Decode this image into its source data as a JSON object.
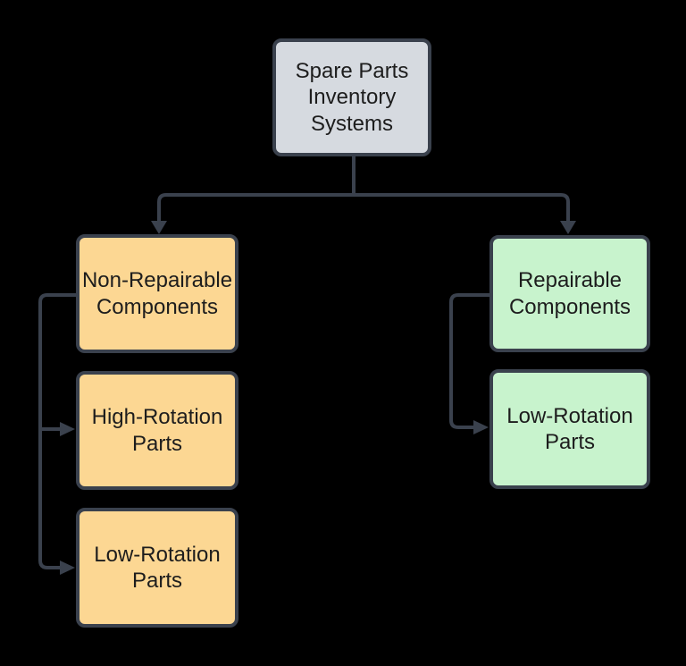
{
  "diagram": {
    "title": "Spare Parts Inventory Systems",
    "type": "flowchart-tree"
  },
  "colors": {
    "background": "#000000",
    "connector": "#3a414d",
    "node_border": "#3a414d",
    "node_text": "#1d1d1d",
    "root_fill": "#d6dae0",
    "non_repairable_fill": "#fcd793",
    "repairable_fill": "#c8f3cd"
  },
  "nodes": {
    "root": {
      "label": "Spare Parts Inventory Systems"
    },
    "non_repairable": {
      "label": "Non-Repairable Components"
    },
    "high_rotation": {
      "label": "High-Rotation Parts"
    },
    "low_rotation_left": {
      "label": "Low-Rotation Parts"
    },
    "repairable": {
      "label": "Repairable Components"
    },
    "low_rotation_right": {
      "label": "Low-Rotation Parts"
    }
  },
  "edges": [
    {
      "from": "root",
      "to": "non_repairable"
    },
    {
      "from": "root",
      "to": "repairable"
    },
    {
      "from": "non_repairable",
      "to": "high_rotation"
    },
    {
      "from": "non_repairable",
      "to": "low_rotation_left"
    },
    {
      "from": "repairable",
      "to": "low_rotation_right"
    }
  ]
}
